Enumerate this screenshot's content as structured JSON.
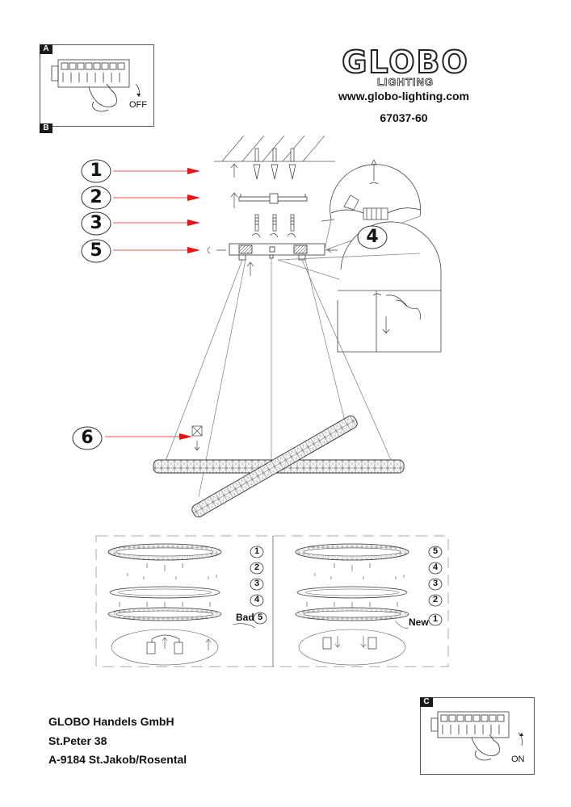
{
  "brand": {
    "name": "GLOBO",
    "subtitle": "LIGHTING"
  },
  "website": "www.globo-lighting.com",
  "article_number": "67037-60",
  "panels": {
    "a": {
      "tag": "A",
      "label": "OFF"
    },
    "b": {
      "tag": "B"
    },
    "c": {
      "tag": "C",
      "label": "ON"
    }
  },
  "steps": {
    "s1": "1",
    "s2": "2",
    "s3": "3",
    "s4": "4",
    "s5": "5",
    "s6": "6"
  },
  "ring_order": {
    "left": {
      "numbers": [
        "1",
        "2",
        "3",
        "4",
        "5"
      ],
      "label": "Bad"
    },
    "right": {
      "numbers": [
        "5",
        "4",
        "3",
        "2",
        "1"
      ],
      "label": "New"
    }
  },
  "company": {
    "name": "GLOBO Handels GmbH",
    "street": "St.Peter 38",
    "city": "A-9184 St.Jakob/Rosental"
  }
}
